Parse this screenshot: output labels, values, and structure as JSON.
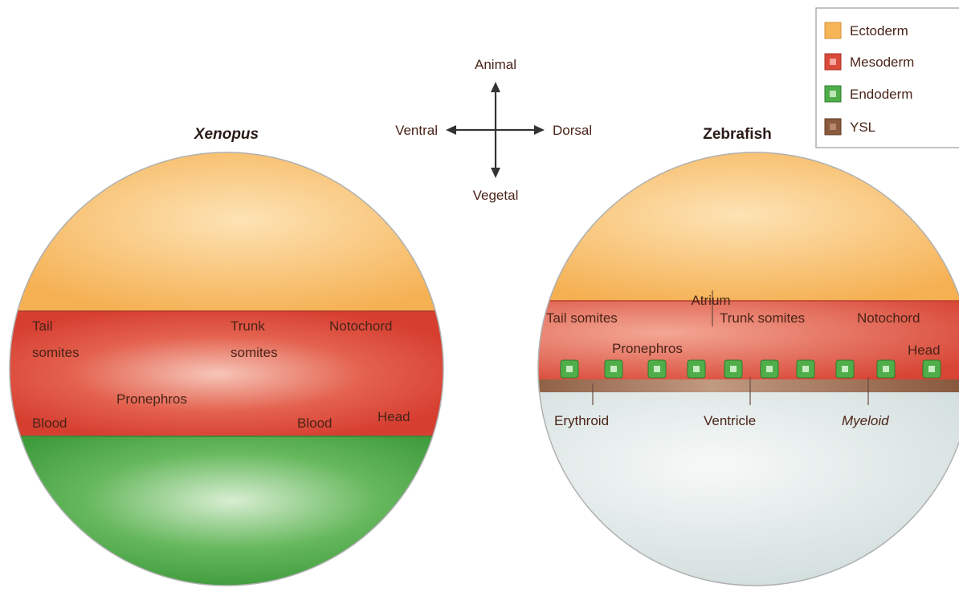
{
  "compass": {
    "animal": "Animal",
    "vegetal": "Vegetal",
    "ventral": "Ventral",
    "dorsal": "Dorsal"
  },
  "xenopus": {
    "title": "Xenopus",
    "labels": {
      "tail_somites_1": "Tail",
      "tail_somites_2": "somites",
      "trunk_somites_1": "Trunk",
      "trunk_somites_2": "somites",
      "notochord": "Notochord",
      "pronephros": "Pronephros",
      "blood_left": "Blood",
      "blood_right": "Blood",
      "head": "Head"
    }
  },
  "zebrafish": {
    "title": "Zebrafish",
    "labels": {
      "atrium": "Atrium",
      "tail_somites": "Tail somites",
      "trunk_somites": "Trunk somites",
      "notochord": "Notochord",
      "pronephros": "Pronephros",
      "head": "Head",
      "erythroid": "Erythroid",
      "ventricle": "Ventricle",
      "myeloid": "Myeloid"
    }
  },
  "legend": {
    "items": [
      {
        "label": "Ectoderm",
        "color": "#f5b455"
      },
      {
        "label": "Mesoderm",
        "color": "#d94a3a"
      },
      {
        "label": "Endoderm",
        "color": "#4fae4a"
      },
      {
        "label": "YSL",
        "color": "#8a5a3c"
      }
    ]
  },
  "colors": {
    "ectoderm": "#f5b455",
    "mesoderm": "#d94a3a",
    "endoderm": "#4fae4a",
    "ysl": "#8a5a3c",
    "yolk": "#d9e4e3",
    "text": "#4a2b24"
  }
}
